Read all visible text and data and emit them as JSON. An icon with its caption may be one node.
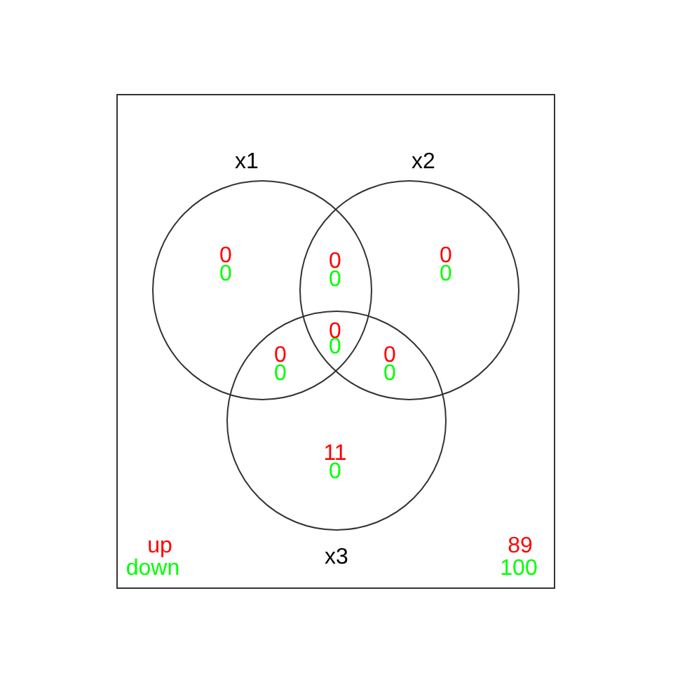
{
  "diagram": {
    "nodes": [
      {
        "text": [
          "x1"
        ]
      },
      {
        "text": [
          "x2"
        ]
      },
      {
        "text": [
          "x3"
        ]
      }
    ],
    "edges": [],
    "labels": [
      "0",
      "0",
      "0",
      "0",
      "0",
      "0",
      "0",
      "0",
      "0",
      "0",
      "0",
      "0",
      "11",
      "0",
      "89",
      "100"
    ],
    "legend": [
      {
        "text": "up",
        "color": "#ff0000"
      },
      {
        "text": "down",
        "color": "#00ff00"
      }
    ]
  }
}
